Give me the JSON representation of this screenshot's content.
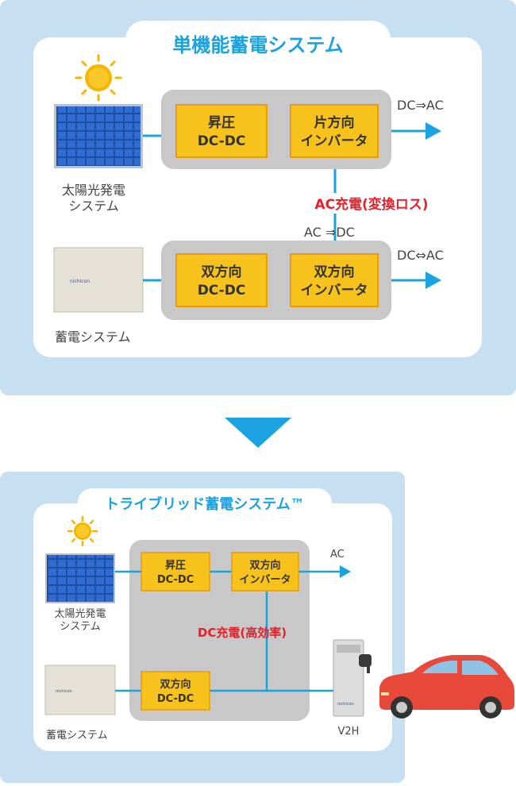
{
  "colors": {
    "outer_bg": "#c6e0f2",
    "panel": "#ffffff",
    "gray_box": "#c8c8c8",
    "component": "#f7c21c",
    "component_border": "#e79a12",
    "line": "#1aa3e0",
    "title": "#1aa3e0",
    "highlight": "#e8202a",
    "car": "#e8493a"
  },
  "top": {
    "title": "単機能蓄電システム",
    "solar_label_line1": "太陽光発電",
    "solar_label_line2": "システム",
    "storage_label": "蓄電システム",
    "storage_brand": "nichicon",
    "box1_line1": "昇圧",
    "box1_line2": "DC-DC",
    "box2_line1": "片方向",
    "box2_line2": "インバータ",
    "box3_line1": "双方向",
    "box3_line2": "DC-DC",
    "box4_line1": "双方向",
    "box4_line2": "インバータ",
    "out1": "DC⇒AC",
    "out2": "DC⇔AC",
    "ac_charge": "AC充電(変換ロス)",
    "ac_dc": "AC ⇒DC"
  },
  "bottom": {
    "title": "トライブリッド蓄電システム™",
    "solar_label_line1": "太陽光発電",
    "solar_label_line2": "システム",
    "storage_label": "蓄電システム",
    "storage_brand": "nichicon",
    "box1_line1": "昇圧",
    "box1_line2": "DC-DC",
    "box2_line1": "双方向",
    "box2_line2": "インバータ",
    "box3_line1": "双方向",
    "box3_line2": "DC-DC",
    "out": "AC",
    "dc_charge": "DC充電(高効率)",
    "v2h_label": "V2H",
    "v2h_brand": "nichicon"
  }
}
